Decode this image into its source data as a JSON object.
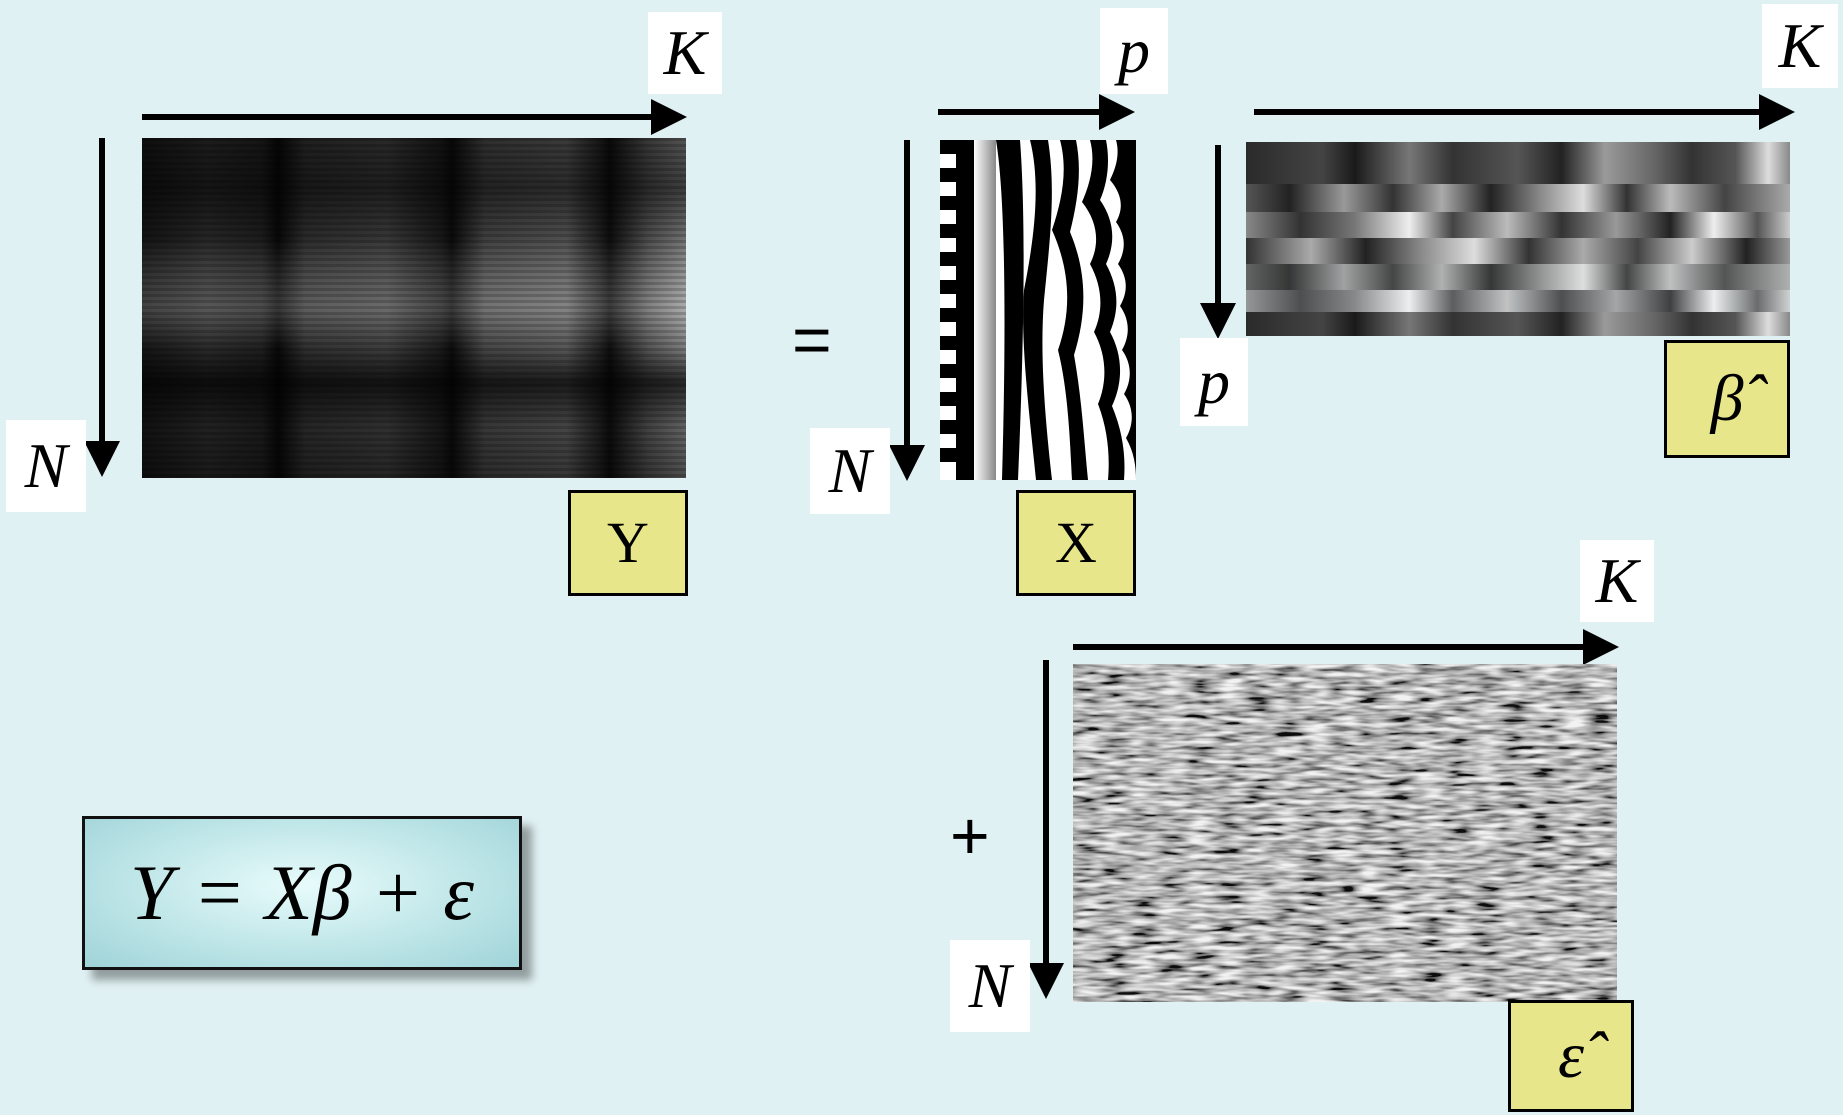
{
  "dim_labels": {
    "y_cols": "K",
    "y_rows": "N",
    "x_cols": "p",
    "x_rows": "N",
    "beta_cols": "K",
    "beta_rows": "p",
    "eps_cols": "K",
    "eps_rows": "N"
  },
  "matrix_tags": {
    "y": "Y",
    "x": "X",
    "beta": "β̂",
    "epsilon": "ε̂"
  },
  "operators": {
    "equals": "=",
    "plus": "+"
  },
  "equation": "Y = Xβ + ε",
  "colors": {
    "background": "#e0f1f3",
    "tag_fill": "#e8e68a",
    "label_fill": "#ffffff",
    "arrow": "#000000"
  }
}
